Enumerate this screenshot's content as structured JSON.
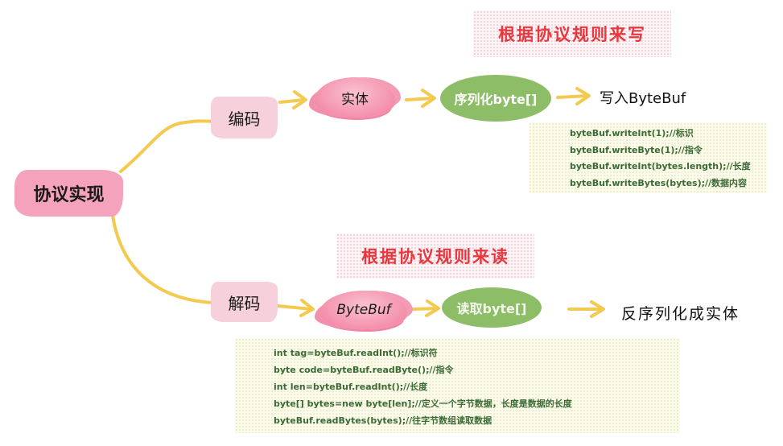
{
  "root": {
    "label": "协议实现"
  },
  "encode": {
    "label": "编码",
    "heading": "根据协议规则来写",
    "entity": "实体",
    "serialize": "序列化byte[]",
    "target": "写入ByteBuf",
    "code": [
      "byteBuf.writeInt(1);//标识",
      "byteBuf.writeByte(1);//指令",
      "byteBuf.writeInt(bytes.length);//长度",
      "byteBuf.writeBytes(bytes);//数据内容"
    ]
  },
  "decode": {
    "label": "解码",
    "heading": "根据协议规则来读",
    "source": "ByteBuf",
    "read": "读取byte[]",
    "result": "反序列化成实体",
    "code": [
      "int tag=byteBuf.readInt();//标识符",
      "byte code=byteBuf.readByte();//指令",
      "int len=byteBuf.readInt();//长度",
      "byte[] bytes=new byte[len];//定义一个字节数据，长度是数据的长度",
      "byteBuf.readBytes(bytes);//往字节数组读取数据"
    ]
  },
  "colors": {
    "connector": "#f3c94f",
    "heading_text": "#e8383d",
    "code_text": "#3b6a35",
    "node_green": "#8dbd66",
    "node_pink": "#f490ac"
  }
}
